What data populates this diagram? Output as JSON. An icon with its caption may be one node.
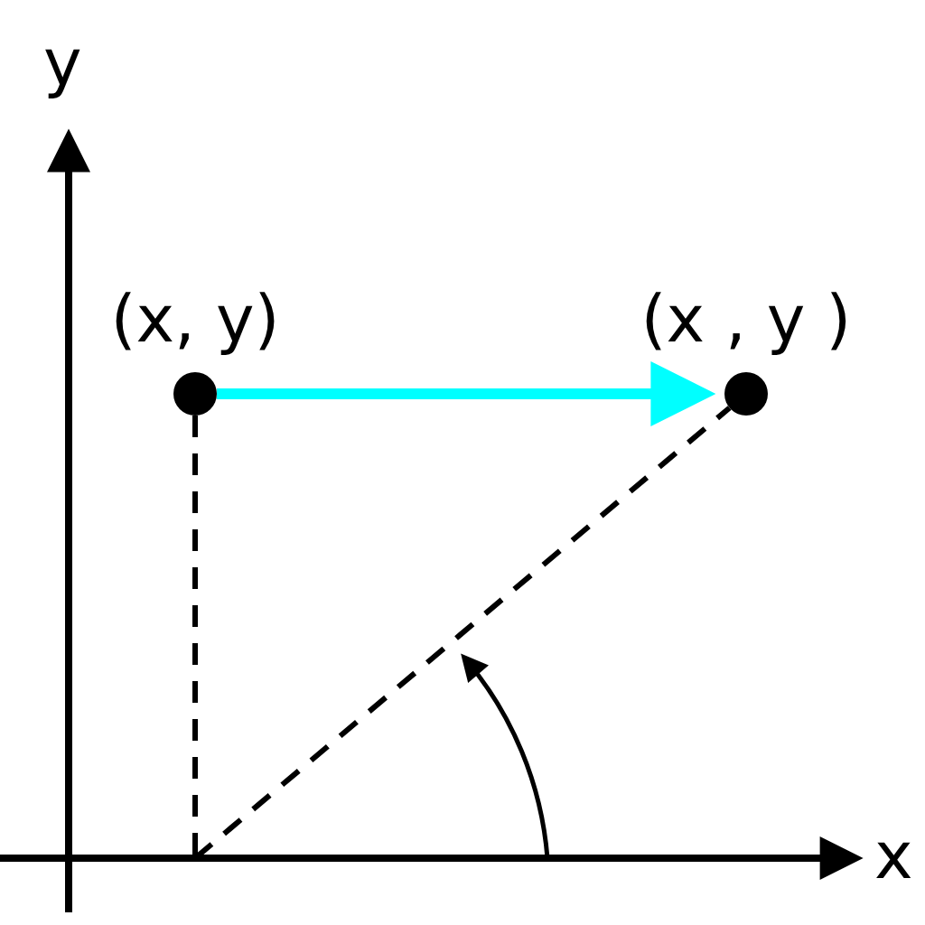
{
  "diagram": {
    "nodes": [
      {
        "text": [
          "(x, y)"
        ]
      },
      {
        "text": [
          "(x , y )"
        ]
      }
    ],
    "edges": [
      {
        "from": 0,
        "to": 1,
        "arrow": "to",
        "style": "thick",
        "color": "#00ffff"
      },
      {
        "from": 0,
        "to": null,
        "arrow": "none",
        "style": "dashed"
      },
      {
        "from": null,
        "to": 1,
        "arrow": "none",
        "style": "dashed"
      }
    ],
    "labels": [
      "y",
      "x"
    ]
  }
}
